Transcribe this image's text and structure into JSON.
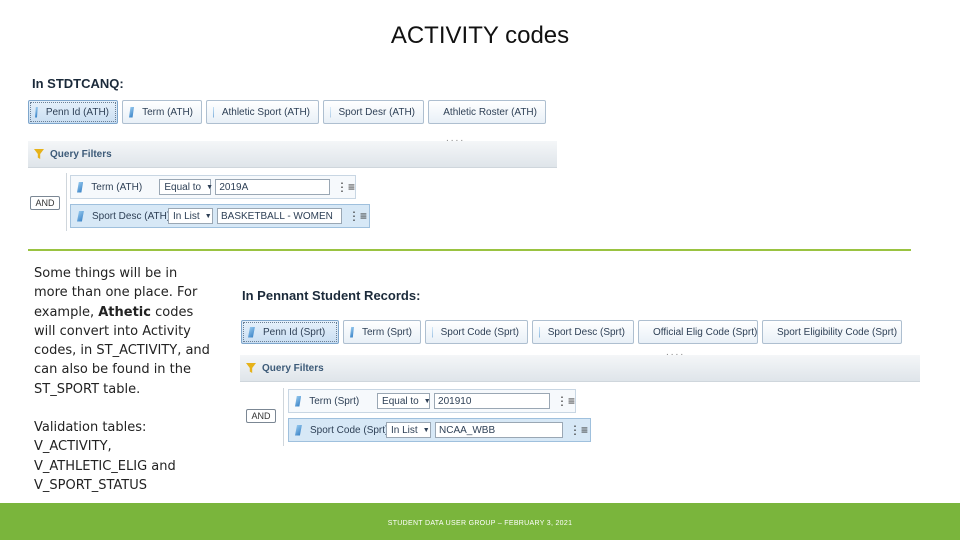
{
  "slide": {
    "title": "ACTIVITY codes"
  },
  "panel1": {
    "label": "In STDTCANQ:",
    "objects": [
      "Penn Id (ATH)",
      "Term (ATH)",
      "Athletic Sport (ATH)",
      "Sport Desr (ATH)",
      "Athletic Roster (ATH)"
    ],
    "dots": "....",
    "query_filters_label": "Query Filters",
    "and_label": "AND",
    "filters": [
      {
        "field": "Term (ATH)",
        "operator": "Equal to",
        "value": "2019A"
      },
      {
        "field": "Sport Desc (ATH)",
        "operator": "In List",
        "value": "BASKETBALL - WOMEN"
      }
    ]
  },
  "panel2": {
    "label": "In Pennant Student Records:",
    "objects": [
      "Penn Id (Sprt)",
      "Term (Sprt)",
      "Sport Code (Sprt)",
      "Sport Desc (Sprt)",
      "Official Elig Code (Sprt)",
      "Sport Eligibility Code (Sprt)"
    ],
    "dots": "....",
    "query_filters_label": "Query Filters",
    "and_label": "AND",
    "filters": [
      {
        "field": "Term (Sprt)",
        "operator": "Equal to",
        "value": "201910"
      },
      {
        "field": "Sport Code (Sprt)",
        "operator": "In List",
        "value": "NCAA_WBB"
      }
    ]
  },
  "body": {
    "paragraph1_pre": "Some things will be in more than one place.  For example, ",
    "paragraph1_bold": "Athetic",
    "paragraph1_post": " codes will convert into Activity codes, in ST_ACTIVITY, and can also be found in the ST_SPORT table.",
    "paragraph2": "Validation tables: V_ACTIVITY, V_ATHLETIC_ELIG and V_SPORT_STATUS"
  },
  "footer": {
    "text": "STUDENT DATA USER GROUP – FEBRUARY 3, 2021"
  },
  "icons": {
    "dimension": "dimension-object-icon",
    "filter": "funnel-icon",
    "menu": "filter-menu-icon"
  },
  "colors": {
    "accent_green": "#7ab53c",
    "rule_green": "#9ac341",
    "selected_blue": "#c9def2"
  }
}
